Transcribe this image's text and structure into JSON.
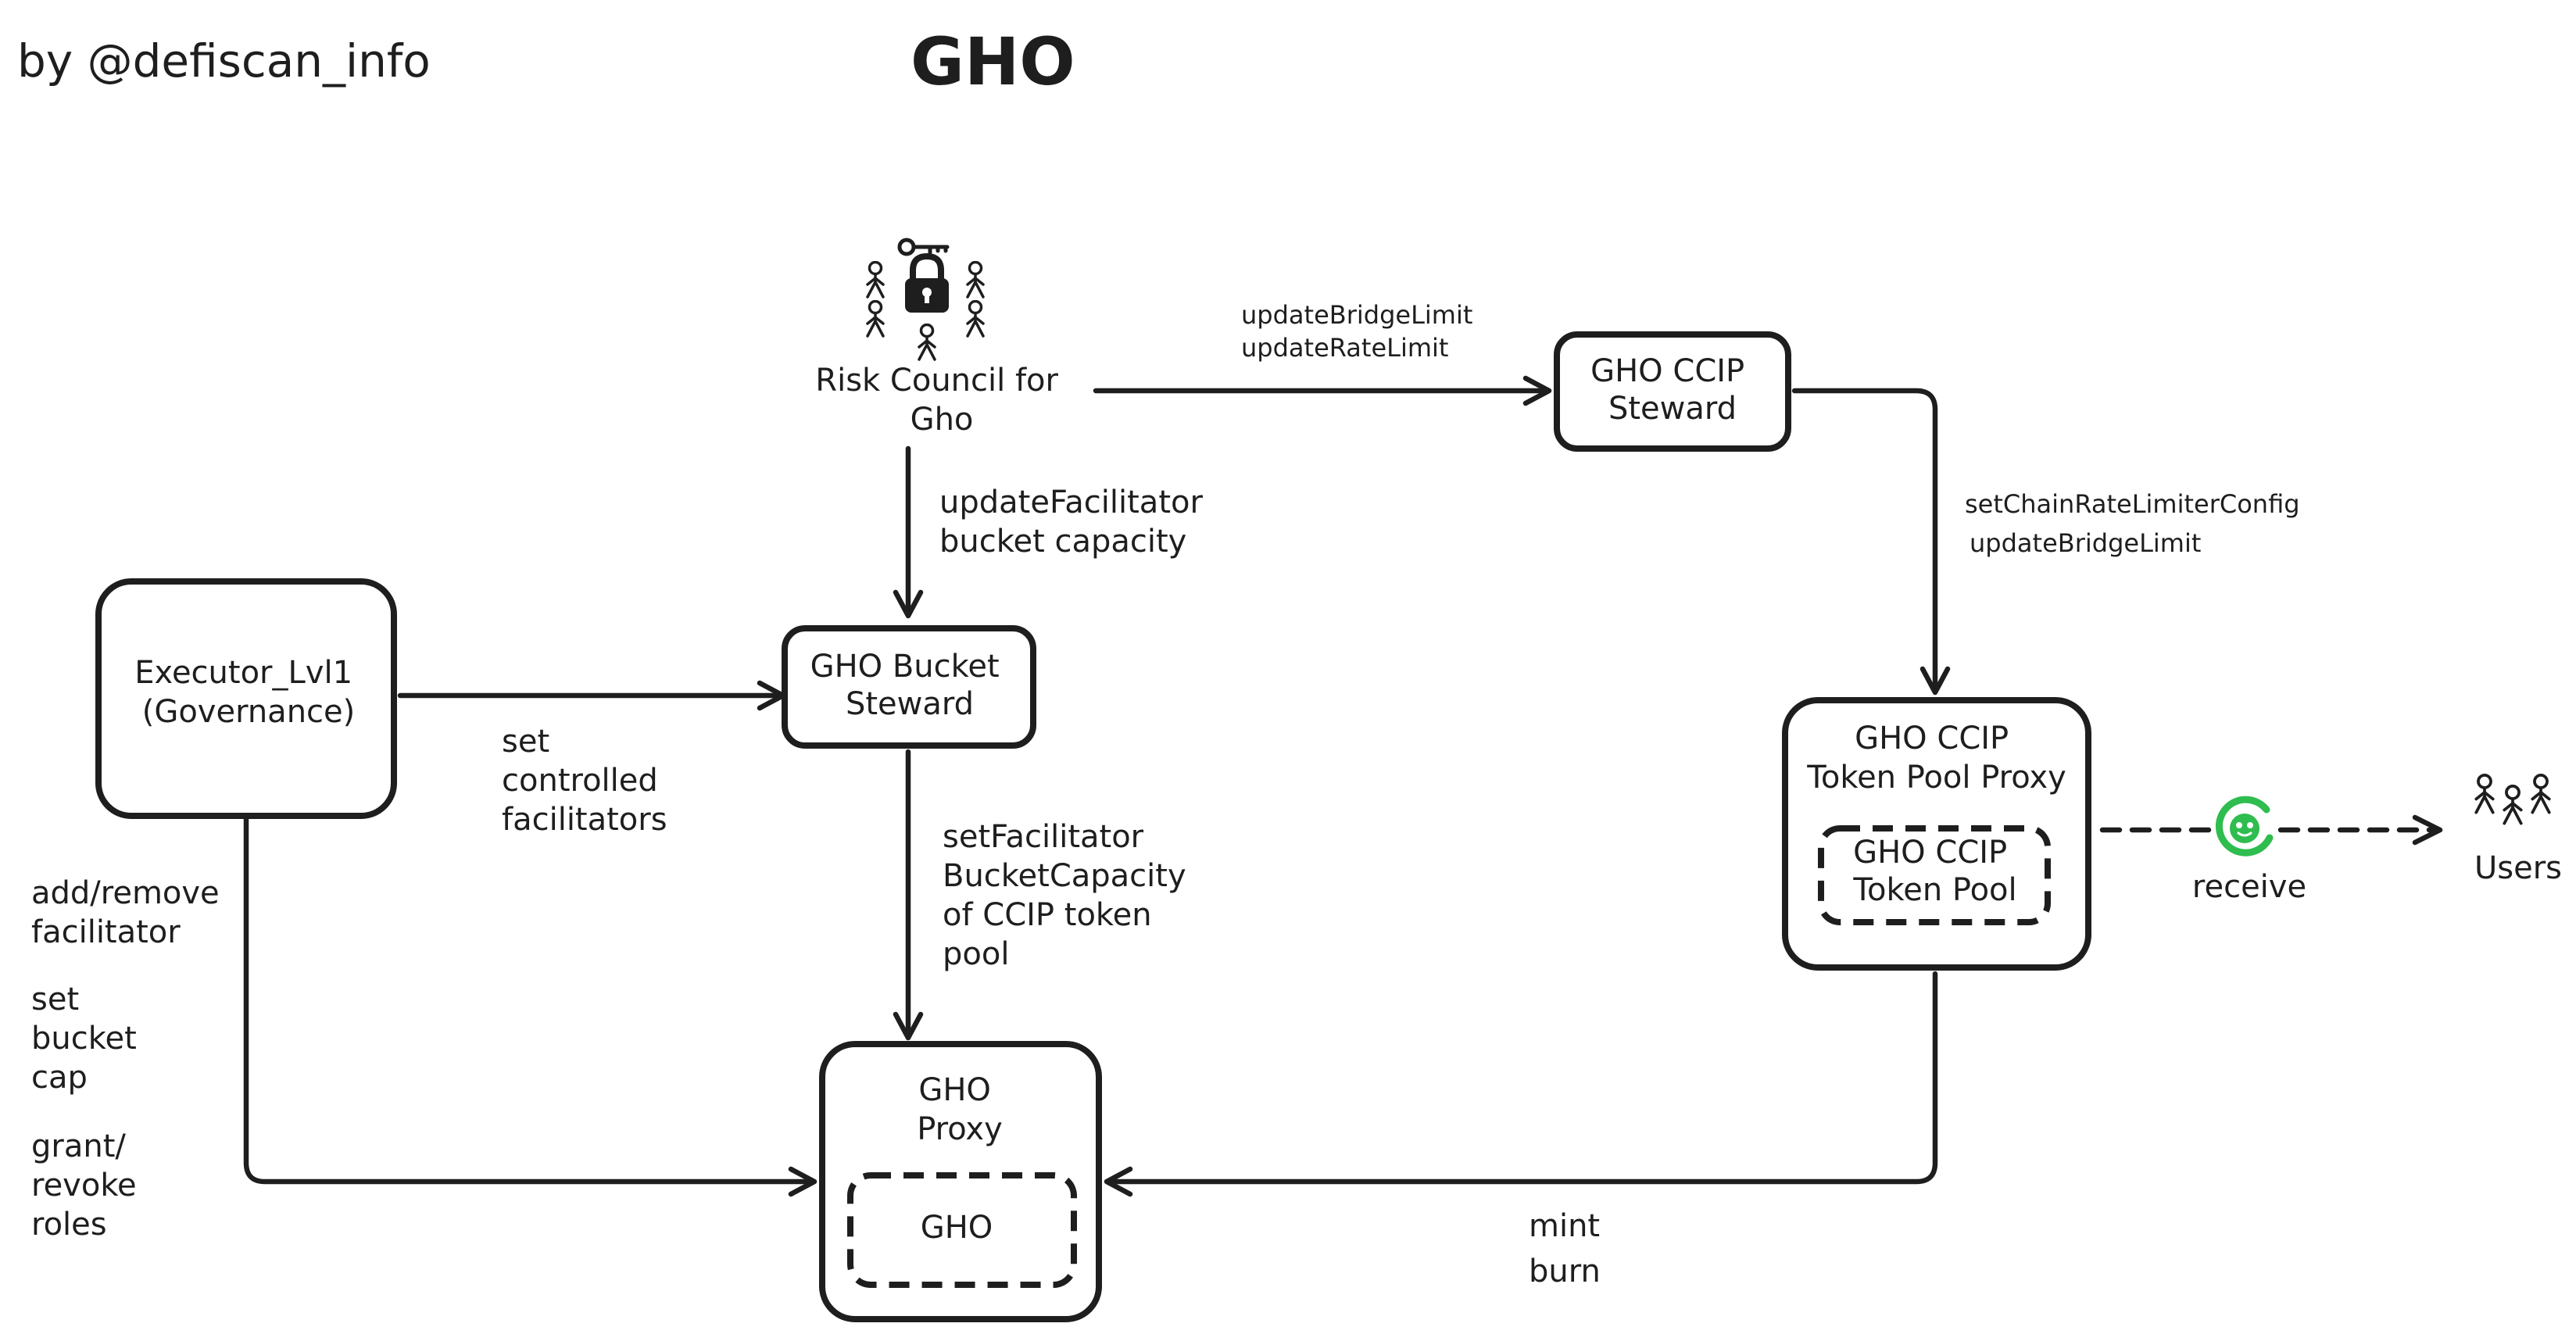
{
  "header": {
    "credit": "by @defiscan_info",
    "title": "GHO"
  },
  "nodes": {
    "risk_council": [
      "Risk Council for",
      "Gho"
    ],
    "executor": [
      "Executor_Lvl1",
      "(Governance)"
    ],
    "bucket_steward": [
      "GHO Bucket",
      "Steward"
    ],
    "ccip_steward": [
      "GHO CCIP",
      "Steward"
    ],
    "token_pool_proxy": [
      "GHO CCIP",
      "Token Pool Proxy"
    ],
    "token_pool": [
      "GHO CCIP",
      "Token Pool"
    ],
    "gho_proxy": [
      "GHO",
      "Proxy"
    ],
    "gho": "GHO",
    "users": "Users"
  },
  "edges": {
    "council_to_ccip_steward": [
      "updateBridgeLimit",
      "updateRateLimit"
    ],
    "council_to_bucket_steward": [
      "updateFacilitator",
      "bucket capacity"
    ],
    "ccip_steward_to_pool_proxy": [
      "setChainRateLimiterConfig",
      "updateBridgeLimit"
    ],
    "executor_to_bucket_steward": [
      "set",
      "controlled",
      "facilitators"
    ],
    "bucket_steward_to_gho_proxy": [
      "setFacilitator",
      "BucketCapacity",
      "of CCIP token",
      "pool"
    ],
    "executor_to_gho_proxy": [
      "add/remove",
      "facilitator",
      "set",
      "bucket",
      "cap",
      "grant/",
      "revoke",
      "roles"
    ],
    "pool_proxy_to_gho_proxy": [
      "mint",
      "burn"
    ],
    "pool_to_users": "receive"
  },
  "colors": {
    "ink": "#1e1e1e",
    "background": "#ffffff",
    "ccip_icon": "#2ebd4e"
  },
  "icons": [
    "multisig-lock-icon",
    "key-icon",
    "person-icon",
    "ccip-logo-icon",
    "users-icon"
  ]
}
